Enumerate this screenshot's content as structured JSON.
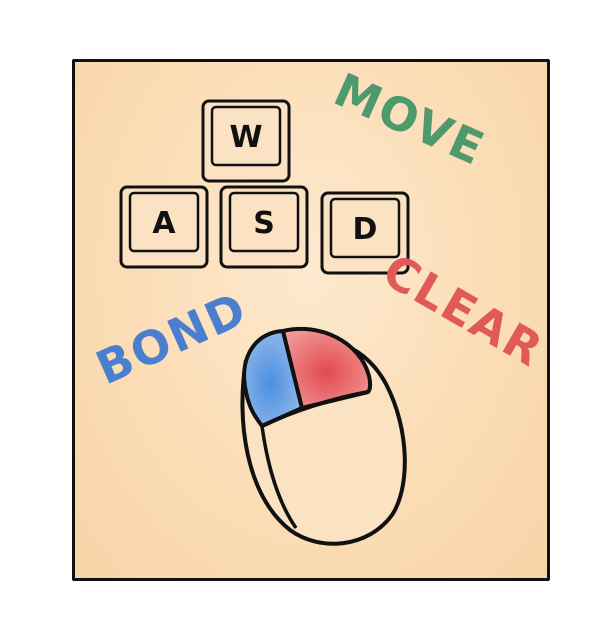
{
  "keys": {
    "w": "W",
    "a": "A",
    "s": "S",
    "d": "D"
  },
  "labels": {
    "move": "MOVE",
    "bond": "BOND",
    "clear": "CLEAR"
  },
  "colors": {
    "move": "#4f9a6c",
    "bond": "#4a7fcf",
    "clear": "#e05b58",
    "outline": "#111111",
    "paper": "#fbdcb4"
  },
  "icons": {
    "mouse": "computer-mouse-icon",
    "left_button": "blue-left-mouse-button",
    "right_button": "red-right-mouse-button"
  }
}
